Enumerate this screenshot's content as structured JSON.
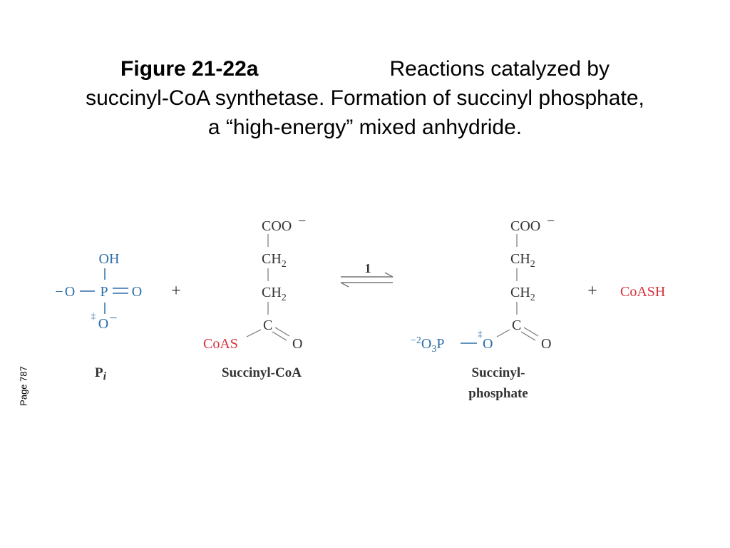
{
  "caption": {
    "label": "Figure 21-22a",
    "text": "Reactions catalyzed by succinyl-CoA synthetase. Formation of succinyl phosphate, a “high-energy” mixed anhydride."
  },
  "page_label": "Page 787",
  "colors": {
    "phosphate": "#2e6fa8",
    "coa": "#d6323c",
    "ink": "#333333",
    "bond": "#777777"
  },
  "diagram": {
    "pi": {
      "oh": "OH",
      "o_left": "O",
      "o_left_charge": "−",
      "p": "P",
      "o_right": "O",
      "o_bottom": "O",
      "o_bottom_charge": "−",
      "p_charge": "‡",
      "label_main": "P",
      "label_sub": "i"
    },
    "plus": "+",
    "succinyl_coa": {
      "coo": "COO",
      "coo_charge": "−",
      "ch": "CH",
      "ch_sub": "2",
      "c": "C",
      "o": "O",
      "coas": "CoAS",
      "label": "Succinyl-CoA"
    },
    "step_number": "1",
    "succinyl_phosphate": {
      "coo": "COO",
      "coo_charge": "−",
      "ch": "CH",
      "ch_sub": "2",
      "c": "C",
      "o": "O",
      "charge": "−2",
      "o3p_o": "O",
      "o3p_sub": "3",
      "o3p_p": "P",
      "link_charge": "‡",
      "link_o": "O",
      "label_line1": "Succinyl-",
      "label_line2": "phosphate"
    },
    "coash": "CoASH"
  }
}
